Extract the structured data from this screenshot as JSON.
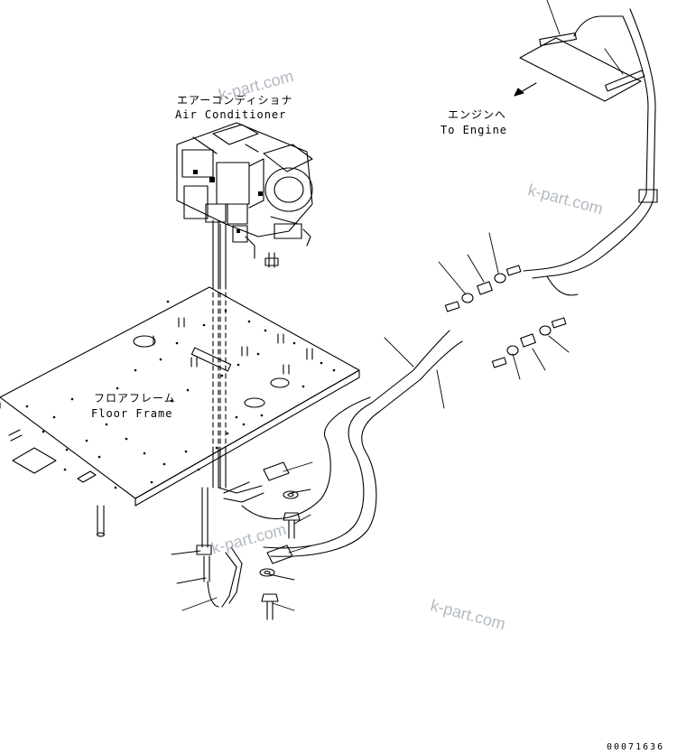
{
  "labels": {
    "air_conditioner_jp": "エアーコンディショナ",
    "air_conditioner_en": "Air Conditioner",
    "to_engine_jp": "エンジンへ",
    "to_engine_en": "To Engine",
    "floor_frame_jp": "フロアフレーム",
    "floor_frame_en": "Floor Frame"
  },
  "watermark": "k-part.com",
  "drawing_code": "00071636"
}
